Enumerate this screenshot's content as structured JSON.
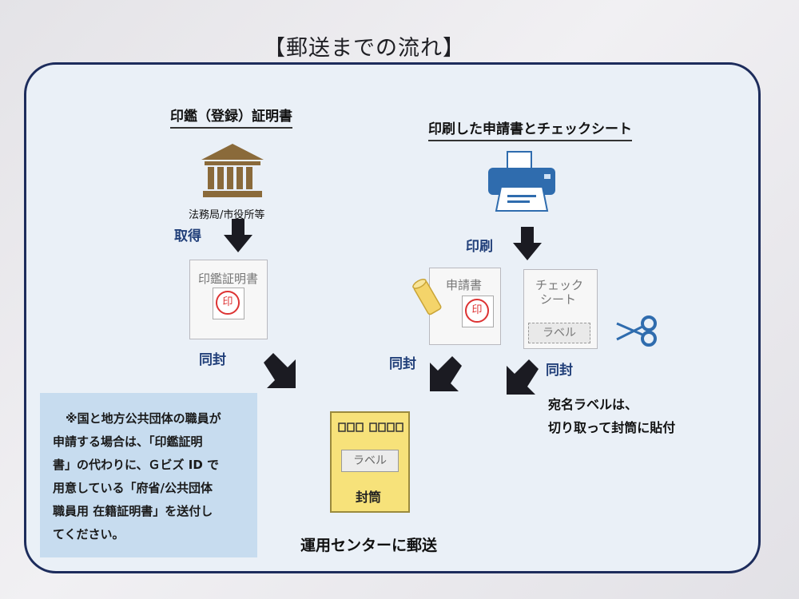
{
  "title": "【郵送までの流れ】",
  "left": {
    "header": "印鑑（登録）証明書",
    "building_caption": "法務局/市役所等",
    "acquire": "取得",
    "doc_title": "印鑑証明書",
    "seal": "印",
    "enclose": "同封"
  },
  "right": {
    "header": "印刷した申請書とチェックシート",
    "print": "印刷",
    "application_doc": "申請書",
    "seal": "印",
    "check_line1": "チェック",
    "check_line2": "シート",
    "label": "ラベル",
    "enclose_app": "同封",
    "enclose_check": "同封",
    "address_note_line1": "宛名ラベルは、",
    "address_note_line2": "切り取って封筒に貼付"
  },
  "envelope": {
    "label": "ラベル",
    "name": "封筒"
  },
  "note": {
    "line1": "※国と地方公共団体の職員が",
    "line2": "申請する場合は、「印鑑証明",
    "line3": "書」の代わりに、Ｇビズ ID で",
    "line4": "用意している「府省/公共団体",
    "line5": "職員用 在籍証明書」を送付し",
    "line6": "てください。"
  },
  "footer": "運用センターに郵送",
  "colors": {
    "panel_border": "#1d2c5c",
    "arrow": "#1b1b22",
    "accent_blue": "#22407a",
    "printer_blue": "#2f6cae",
    "envelope": "#f7e27a",
    "building": "#8a6a3a"
  },
  "icons": [
    "building-icon",
    "printer-icon",
    "glue-stick-icon",
    "scissors-icon",
    "envelope-icon"
  ]
}
